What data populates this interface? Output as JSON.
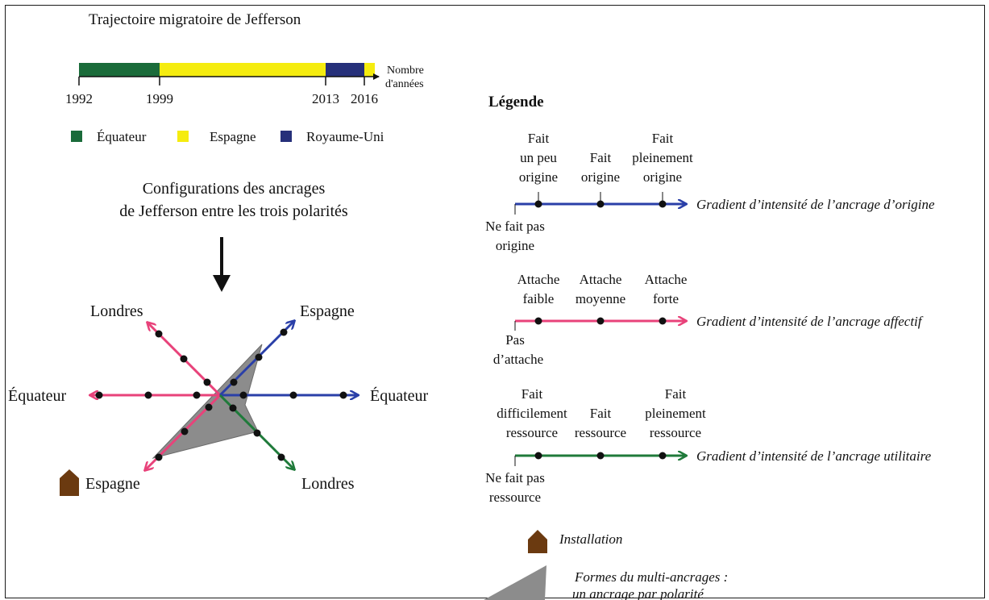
{
  "colors": {
    "ecuador": "#1a6b3a",
    "spain": "#f5ec0f",
    "uk": "#26307a",
    "pink": "#e8427a",
    "blue": "#2a3fa8",
    "green": "#1f7a3a",
    "shape": "#8c8c8c",
    "house": "#6b3a10"
  },
  "timeline": {
    "title": "Trajectoire migratoire de Jefferson",
    "axis_label_line1": "Nombre",
    "axis_label_line2": "d'années",
    "years": [
      "1992",
      "1999",
      "2013",
      "2016"
    ],
    "periods": [
      {
        "country": "Équateur",
        "from": 1992,
        "to": 1999,
        "color_key": "ecuador"
      },
      {
        "country": "Espagne",
        "from": 1999,
        "to": 2013,
        "color_key": "spain"
      },
      {
        "country": "Royaume-Uni",
        "from": 2013,
        "to": 2016,
        "color_key": "uk"
      }
    ],
    "legend": [
      "Équateur",
      "Espagne",
      "Royaume-Uni"
    ]
  },
  "config": {
    "title_line1": "Configurations des ancrages",
    "title_line2": "de Jefferson entre les trois polarités",
    "axes": {
      "top_left": "Londres",
      "top_right": "Espagne",
      "left": "Équateur",
      "right": "Équateur",
      "bottom_left": "Espagne",
      "bottom_right": "Londres"
    }
  },
  "legend": {
    "heading": "Légende",
    "origin": {
      "points": [
        [
          "Fait",
          "un peu",
          "origine"
        ],
        [
          "Fait",
          "origine"
        ],
        [
          "Fait",
          "pleinement",
          "origine"
        ]
      ],
      "start": [
        "Ne fait pas",
        "origine"
      ],
      "label": "Gradient d’intensité de l’ancrage d’origine"
    },
    "affective": {
      "points": [
        [
          "Attache",
          "faible"
        ],
        [
          "Attache",
          "moyenne"
        ],
        [
          "Attache",
          "forte"
        ]
      ],
      "start": [
        "Pas",
        "d’attache"
      ],
      "label": "Gradient d’intensité de l’ancrage affectif"
    },
    "utilitarian": {
      "points": [
        [
          "Fait",
          "difficilement",
          "ressource"
        ],
        [
          "Fait",
          "ressource"
        ],
        [
          "Fait",
          "pleinement",
          "ressource"
        ]
      ],
      "start": [
        "Ne fait pas",
        "ressource"
      ],
      "label": "Gradient d’intensité de l’ancrage utilitaire"
    },
    "installation": "Installation",
    "shape_line1": "Formes du multi-ancrages :",
    "shape_line2": "un ancrage par polarité"
  }
}
